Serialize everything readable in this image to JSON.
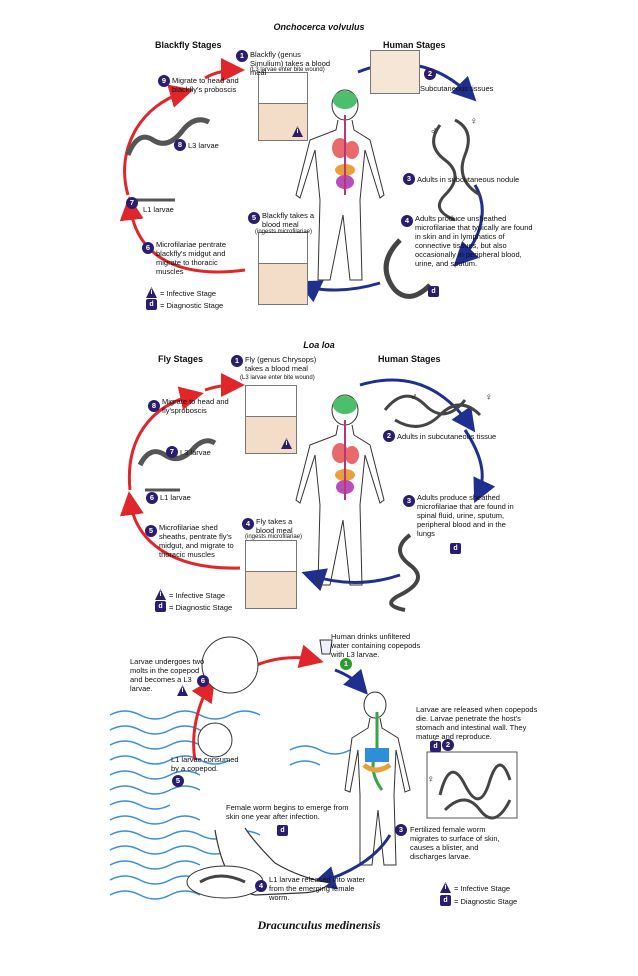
{
  "panel1": {
    "title": "Onchocerca volvulus",
    "left_header": "Blackfly Stages",
    "right_header": "Human Stages",
    "steps": [
      {
        "n": "1",
        "text": "Blackfly (genus Simulium) takes a blood meal",
        "sub": "(L3 larvae enter bite wound)"
      },
      {
        "n": "2",
        "text": "Subcutaneous tissues"
      },
      {
        "n": "3",
        "text": "Adults in subcutaneous nodule"
      },
      {
        "n": "4",
        "text": "Adults produce unsheathed microfilariae that typically are found in skin and in lymphatics of connective tissues, but also occasionally in peripheral blood, urine, and sputum."
      },
      {
        "n": "5",
        "text": "Blackfly takes a blood meal",
        "sub": "(ingests microfilariae)"
      },
      {
        "n": "6",
        "text": "Microfilariae pentrate blackfly's midgut and migrate to thoracic muscles"
      },
      {
        "n": "7",
        "text": "L1 larvae"
      },
      {
        "n": "8",
        "text": "L3 larvae"
      },
      {
        "n": "9",
        "text": "Migrate to head and blackfly's proboscis"
      }
    ],
    "legend_infective": "= Infective Stage",
    "legend_diagnostic": "= Diagnostic Stage"
  },
  "panel2": {
    "title": "Loa loa",
    "left_header": "Fly Stages",
    "right_header": "Human Stages",
    "steps": [
      {
        "n": "1",
        "text": "Fly (genus Chrysops) takes a blood meal",
        "sub": "(L3 larvae enter bite wound)"
      },
      {
        "n": "2",
        "text": "Adults in subcutaneous tissue"
      },
      {
        "n": "3",
        "text": "Adults produce sheathed microfilariae that are found in spinal fluid, urine, sputum, peripheral blood and in the lungs"
      },
      {
        "n": "4",
        "text": "Fly takes a blood meal",
        "sub": "(ingests microfilariae)"
      },
      {
        "n": "5",
        "text": "Microfilariae shed sheaths, pentrate fly's midgut, and migrate to thoracic muscles"
      },
      {
        "n": "6",
        "text": "L1 larvae"
      },
      {
        "n": "7",
        "text": "L3 larvae"
      },
      {
        "n": "8",
        "text": "Migrate to head and fly'sproboscis"
      }
    ],
    "legend_infective": "= Infective Stage",
    "legend_diagnostic": "= Diagnostic Stage"
  },
  "panel3": {
    "title": "Dracunculus medinensis",
    "steps": [
      {
        "n": "1",
        "text": "Human drinks unfiltered water containing copepods with L3 larvae."
      },
      {
        "n": "2",
        "text": "Larvae are released when copepods die. Larvae penetrate the host's stomach and intestinal wall. They mature and reproduce."
      },
      {
        "n": "3",
        "text": "Fertilized female worm migrates to surface of skin, causes a blister, and discharges larvae."
      },
      {
        "n": "4",
        "text": "L1 larvae released into water from the emerging female worm."
      },
      {
        "n": "5",
        "text": "L1 larvae consumed by a copepod."
      },
      {
        "n": "6",
        "text": "Larvae undergoes two molts in the copepod and becomes a L3 larvae."
      },
      {
        "n": "",
        "text": "Female worm begins to emerge from skin one year after infection."
      }
    ],
    "legend_infective": "= Infective Stage",
    "legend_diagnostic": "= Diagnostic Stage"
  },
  "symbols": {
    "infective": "i",
    "diagnostic": "d",
    "male": "♂",
    "female": "♀"
  },
  "colors": {
    "red_arrow": "#e0252b",
    "blue_arrow": "#1f2f8f",
    "badge": "#2a1d6e",
    "green_badge": "#2f9a2f",
    "water": "#3a8fd8"
  }
}
